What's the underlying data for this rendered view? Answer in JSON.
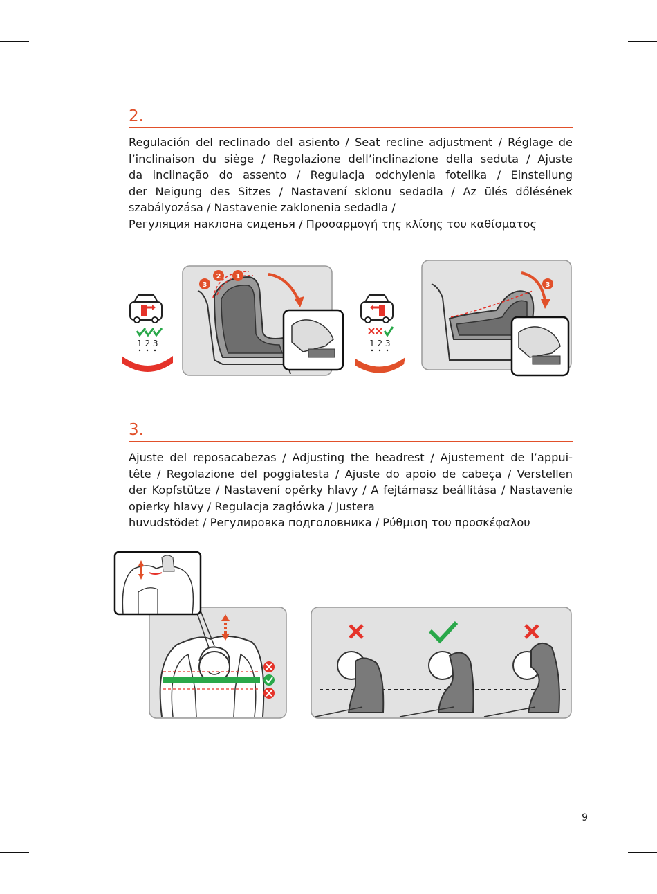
{
  "sections": [
    {
      "number": "2.",
      "lines": [
        "Regulación del reclinado del asiento / Seat recline adjustment / Réglage de",
        "l’inclinaison du siège / Regolazione dell’inclinazione della seduta / Ajuste",
        "da inclinação do assento / Regulacja odchylenia fotelika / Einstellung",
        "der Neigung des Sitzes / Nastavení sklonu sedadla / Az ülés dőlésének",
        "szabályozása / Nastavenie zaklonenia sedadla /",
        "Регуляция наклона сиденья / Προσαρμογή της κλίσης του καθίσματος"
      ]
    },
    {
      "number": "3.",
      "lines": [
        "Ajuste del reposacabezas / Adjusting the headrest / Ajustement de l’appui-",
        "tête / Regolazione del poggiatesta / Ajuste do apoio de cabeça / Verstellen",
        "der Kopfstütze / Nastavení opěrky hlavy / A fejtámasz beállítása / Nastavenie",
        "opierky hlavy / Regulacja zagłówka / Justera",
        "huvudstödet / Регулировка подголовника / Ρύθμιση του προσκέφαλου"
      ]
    }
  ],
  "figure_recline": {
    "left_positions": "1 2 3",
    "right_positions": "1 2 3",
    "callout_left": [
      "3",
      "2",
      "1"
    ],
    "callout_right": "3"
  },
  "page_number": "9",
  "colors": {
    "accent": "#e1502a",
    "green": "#2aa84a",
    "red": "#e5332a",
    "panel": "#e2e2e2"
  }
}
